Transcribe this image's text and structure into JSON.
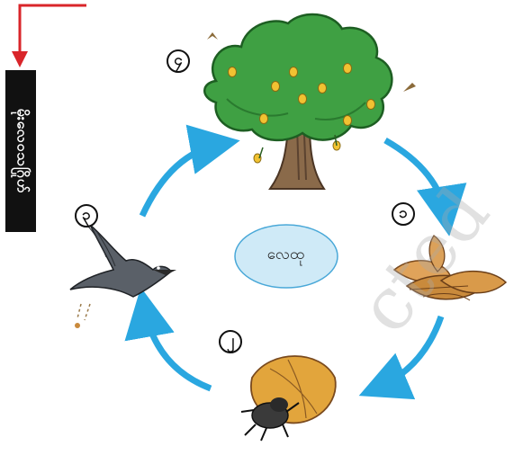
{
  "side_label": "မိုးလေဝသဂြိုဟ်",
  "center_label": "လေထု",
  "stage_numbers": {
    "tree": "၄",
    "dry_leaves": "၁",
    "beetle": "၂",
    "bird": "၃"
  },
  "watermark": "cted",
  "colors": {
    "arrow": "#2aa7e0",
    "pointer": "#d9252a",
    "center_fill": "#cfeaf7",
    "center_stroke": "#49a8d8",
    "tree_foliage": "#3fa043",
    "leaf": "#c98a3c"
  }
}
